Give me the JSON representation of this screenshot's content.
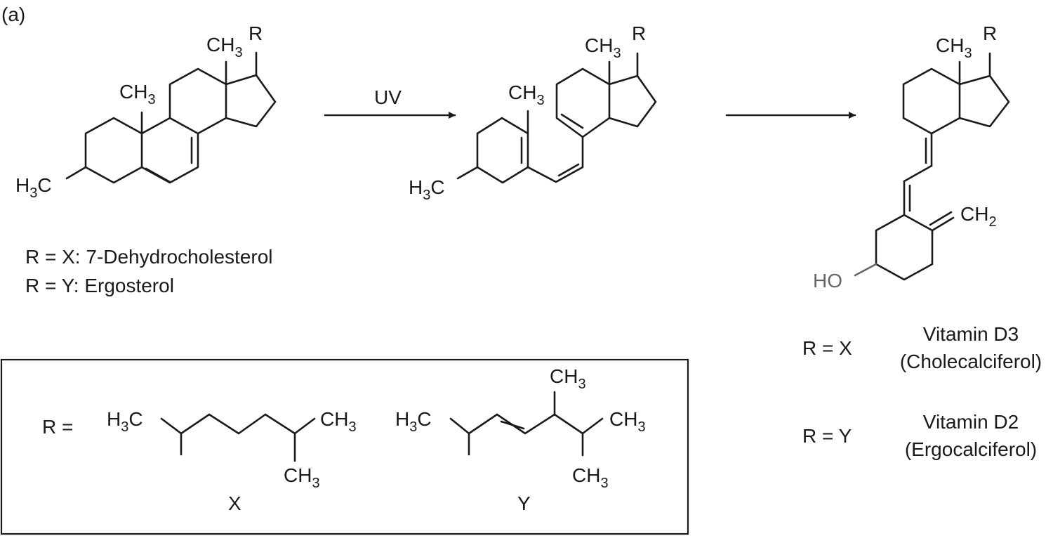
{
  "panel_label": "(a)",
  "labels": {
    "ch3": "CH",
    "h3c_h": "H",
    "h3c_c": "C",
    "sub3": "3",
    "sub2": "2",
    "r": "R",
    "ch2": "CH",
    "ho": "HO"
  },
  "arrows": {
    "step1_label": "UV",
    "step2_label": ""
  },
  "sterol_legend": [
    "R = X: 7-Dehydrocholesterol",
    "R = Y: Ergosterol"
  ],
  "side_chain_box": {
    "prefix": "R =",
    "chain_x_label": "X",
    "chain_y_label": "Y"
  },
  "products": [
    {
      "r_eq": "R = X",
      "name": "Vitamin D3",
      "common": "(Cholecalciferol)"
    },
    {
      "r_eq": "R = Y",
      "name": "Vitamin D2",
      "common": "(Ergocalciferol)"
    }
  ],
  "colors": {
    "ink": "#1a1a1a",
    "hydroxyl": "#666666",
    "background": "#ffffff"
  }
}
